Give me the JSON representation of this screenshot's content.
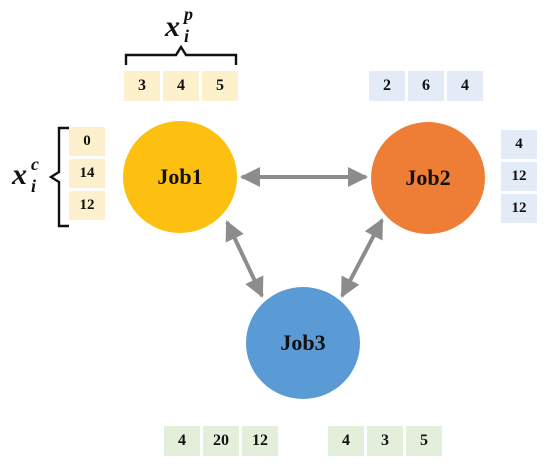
{
  "nodes": [
    {
      "id": "job1",
      "label": "Job1",
      "color": "#fdbf10"
    },
    {
      "id": "job2",
      "label": "Job2",
      "color": "#ee7d35"
    },
    {
      "id": "job3",
      "label": "Job3",
      "color": "#5b9bd5"
    }
  ],
  "edges": [
    {
      "from": "Job1",
      "to": "Job2",
      "bidirectional": true
    },
    {
      "from": "Job1",
      "to": "Job3",
      "bidirectional": true
    },
    {
      "from": "Job2",
      "to": "Job3",
      "bidirectional": true
    }
  ],
  "vectors": {
    "job1_top": [
      "3",
      "4",
      "5"
    ],
    "job1_left": [
      "0",
      "14",
      "12"
    ],
    "job2_top": [
      "2",
      "6",
      "4"
    ],
    "job2_right": [
      "4",
      "12",
      "12"
    ],
    "bottom_left": [
      "4",
      "20",
      "12"
    ],
    "bottom_right": [
      "4",
      "3",
      "5"
    ]
  },
  "labels": {
    "xp": {
      "base": "x",
      "sub": "i",
      "sup": "p"
    },
    "xc": {
      "base": "x",
      "sub": "i",
      "sup": "c"
    }
  },
  "colors": {
    "arrow": "#8c8c8c",
    "orange_cell": "#fdf0cd",
    "blue_cell": "#e2ebf6",
    "green_cell": "#e3efda"
  }
}
